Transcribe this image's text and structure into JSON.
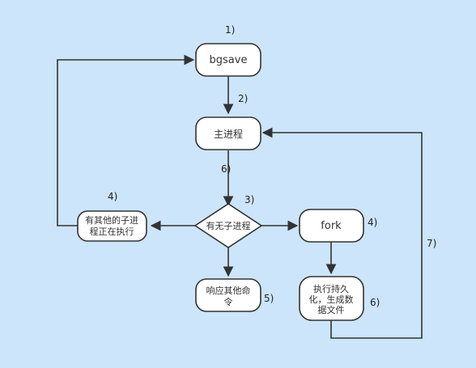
{
  "nodes": {
    "bgsave": "bgsave",
    "main_process": "主进程",
    "has_child": "有无子进程",
    "other_child": [
      "有其他的子进",
      "程正在执行"
    ],
    "fork": "fork",
    "respond": [
      "响应其他命",
      "令"
    ],
    "persist": [
      "执行持久",
      "化，生成数",
      "据文件"
    ]
  },
  "step_labels": {
    "s1": "1)",
    "s2": "2)",
    "s6a": "6)",
    "s3": "3)",
    "s4a": "4)",
    "s4b": "4)",
    "s5": "5)",
    "s6b": "6)",
    "s7": "7)"
  },
  "colors": {
    "background": "#cce5fa",
    "node_fill": "#ffffff",
    "stroke": "#333333"
  }
}
